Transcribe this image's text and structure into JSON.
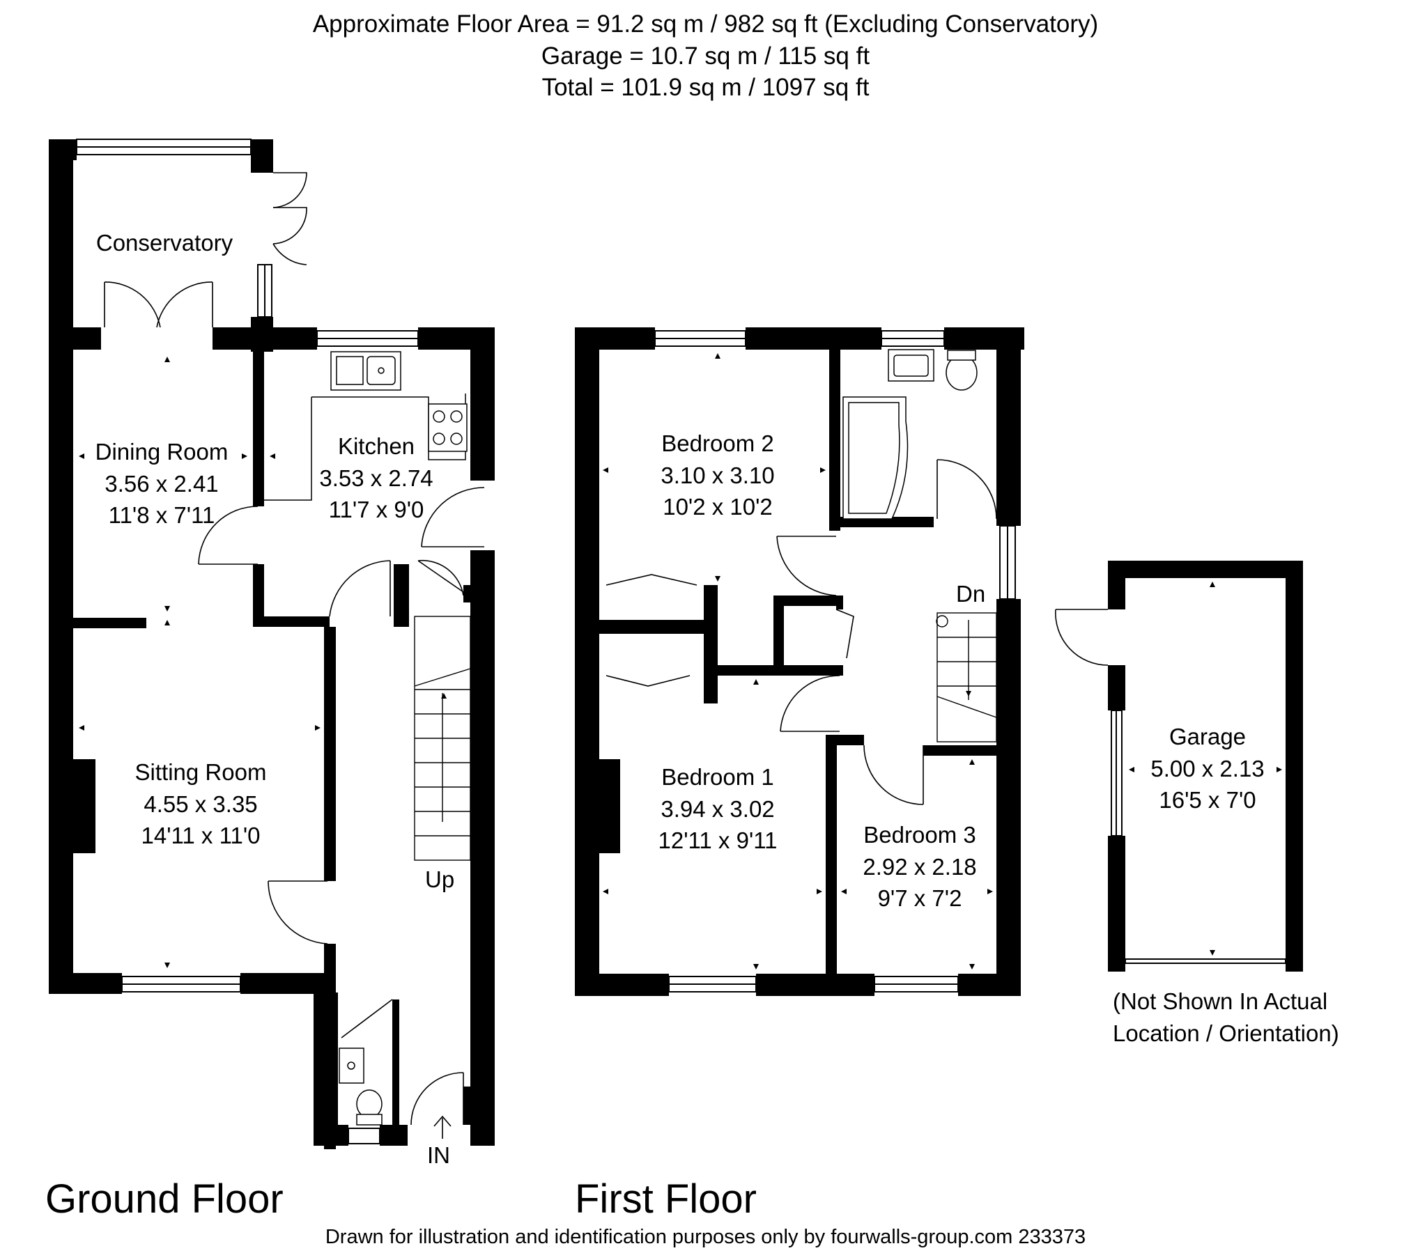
{
  "header": {
    "line1": "Approximate Floor Area = 91.2 sq m / 982 sq ft (Excluding Conservatory)",
    "line2": "Garage = 10.7 sq m / 115 sq ft",
    "line3": "Total = 101.9 sq m / 1097 sq ft"
  },
  "ground_floor": {
    "title": "Ground Floor",
    "conservatory": {
      "name": "Conservatory"
    },
    "dining_room": {
      "name": "Dining Room",
      "metric": "3.56 x 2.41",
      "imperial": "11'8 x 7'11"
    },
    "kitchen": {
      "name": "Kitchen",
      "metric": "3.53 x 2.74",
      "imperial": "11'7 x 9'0"
    },
    "sitting_room": {
      "name": "Sitting Room",
      "metric": "4.55 x 3.35",
      "imperial": "14'11 x 11'0"
    },
    "stairs_label": "Up",
    "entrance_label": "IN"
  },
  "first_floor": {
    "title": "First Floor",
    "bedroom_2": {
      "name": "Bedroom 2",
      "metric": "3.10 x 3.10",
      "imperial": "10'2 x 10'2"
    },
    "bedroom_1": {
      "name": "Bedroom 1",
      "metric": "3.94 x 3.02",
      "imperial": "12'11 x 9'11"
    },
    "bedroom_3": {
      "name": "Bedroom 3",
      "metric": "2.92 x 2.18",
      "imperial": "9'7 x 7'2"
    },
    "stairs_label": "Dn"
  },
  "garage": {
    "name": "Garage",
    "metric": "5.00 x 2.13",
    "imperial": "16'5 x 7'0",
    "note_line1": "(Not Shown In Actual",
    "note_line2": "Location / Orientation)"
  },
  "footer": "Drawn for illustration and identification purposes only by fourwalls-group.com 233373"
}
